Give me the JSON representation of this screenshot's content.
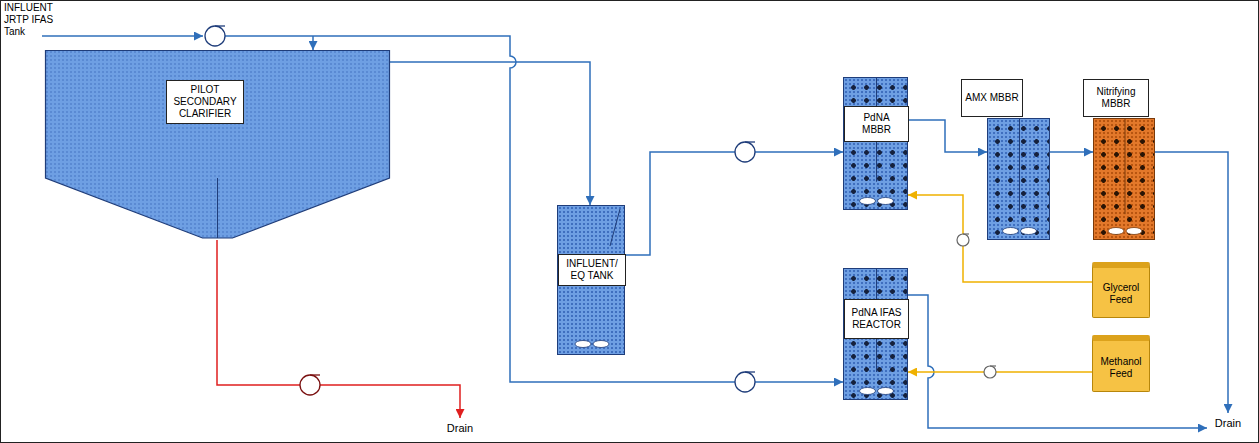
{
  "diagram": {
    "nodes": [
      {
        "text": [
          "PILOT SECONDARY CLARIFIER"
        ]
      },
      {
        "text": [
          "INFLUENT/ EQ TANK"
        ]
      },
      {
        "text": [
          "PdNA MBBR"
        ]
      },
      {
        "text": [
          "AMX MBBR"
        ]
      },
      {
        "text": [
          "Nitrifying MBBR"
        ]
      },
      {
        "text": [
          "Glycerol Feed"
        ]
      },
      {
        "text": [
          "PdNA IFAS REACTOR"
        ]
      },
      {
        "text": [
          "Methanol Feed"
        ]
      }
    ],
    "edges": [
      {
        "from": 0,
        "to": 1,
        "arrow": "to"
      },
      {
        "from": 1,
        "to": 2,
        "arrow": "to"
      },
      {
        "from": 2,
        "to": 3,
        "arrow": "to"
      },
      {
        "from": 3,
        "to": 4,
        "arrow": "to"
      },
      {
        "from": 5,
        "to": 2,
        "arrow": "to"
      },
      {
        "from": 7,
        "to": 6,
        "arrow": "to"
      }
    ],
    "labels": [
      "INFLUENT JRTP IFAS Tank",
      "Drain",
      "Drain"
    ]
  }
}
